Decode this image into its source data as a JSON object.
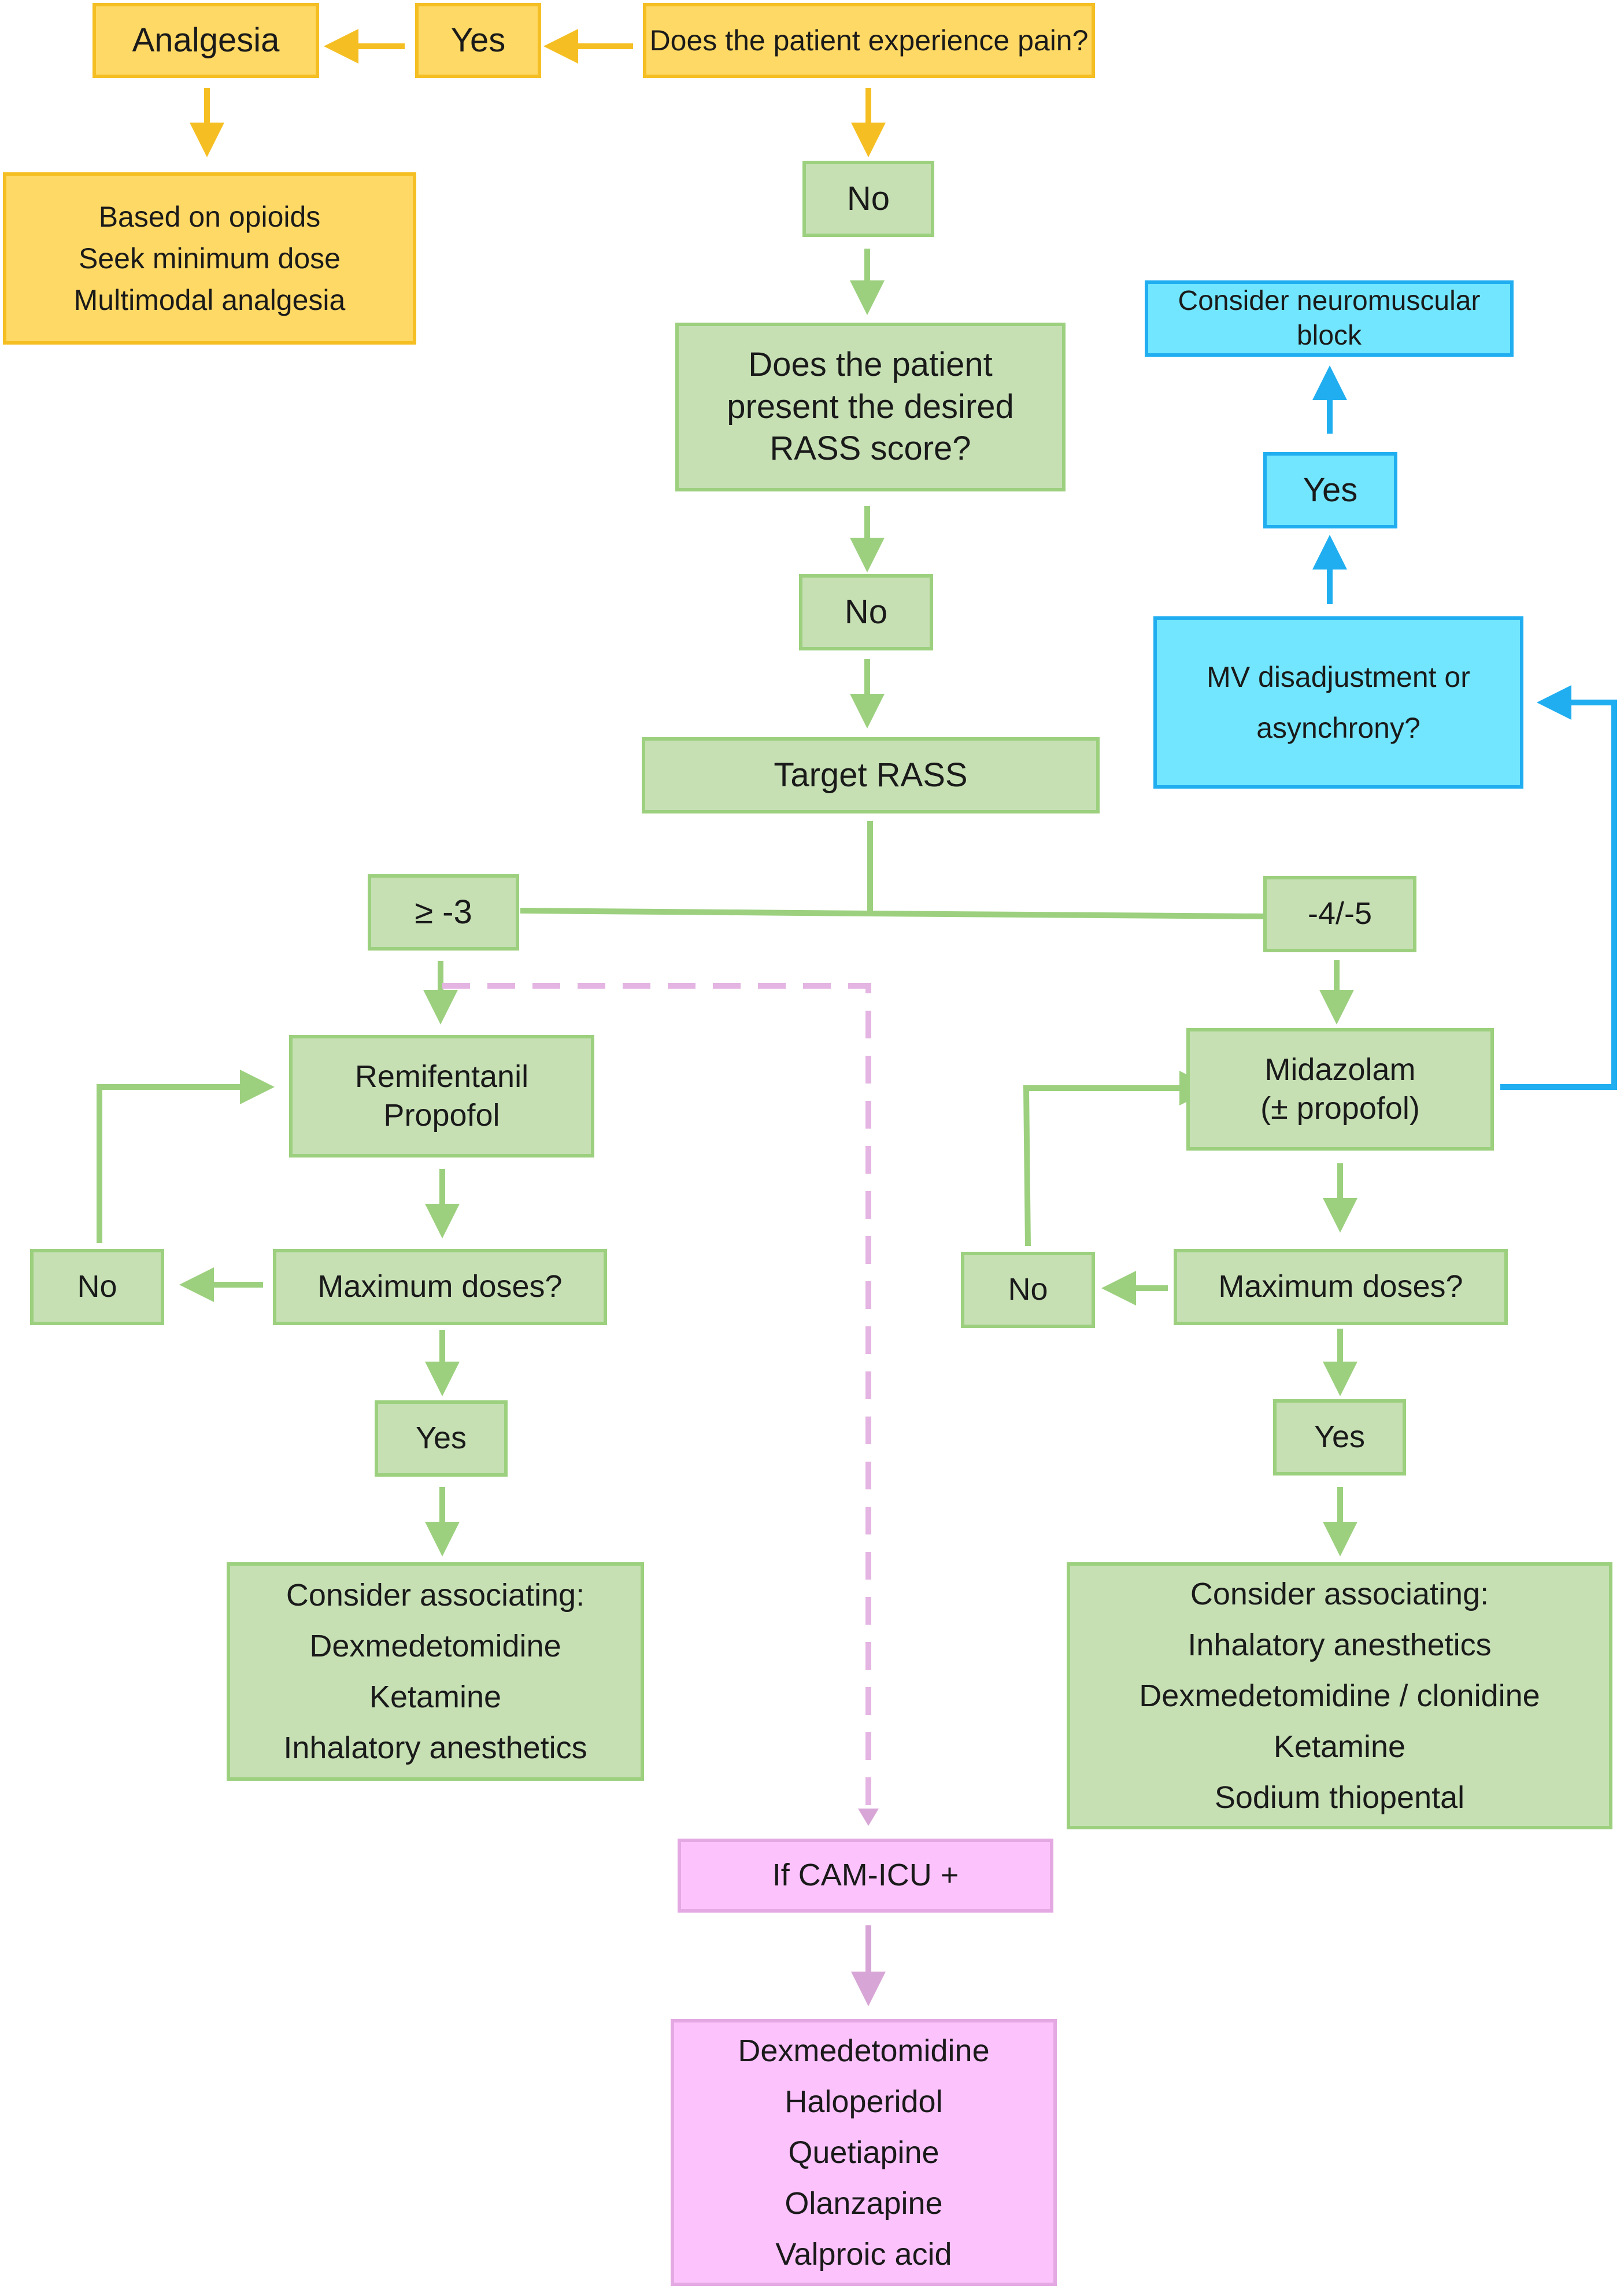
{
  "pain": {
    "question": "Does the patient experience pain?",
    "yes": "Yes",
    "no": "No",
    "analgesia": "Analgesia",
    "analgesia_details": [
      "Based on opioids",
      "Seek minimum dose",
      "Multimodal analgesia"
    ]
  },
  "rass": {
    "question_lines": [
      "Does the patient",
      "present the desired",
      "RASS score?"
    ],
    "no": "No",
    "target": "Target RASS",
    "light_label": "≥ -3",
    "deep_label": "-4/-5"
  },
  "left_branch": {
    "drugs": [
      "Remifentanil",
      "Propofol"
    ],
    "max_doses": "Maximum doses?",
    "no": "No",
    "yes": "Yes",
    "consider_title": "Consider associating:",
    "consider_items": [
      "Dexmedetomidine",
      "Ketamine",
      "Inhalatory anesthetics"
    ]
  },
  "right_branch": {
    "drugs": [
      "Midazolam",
      "(± propofol)"
    ],
    "max_doses": "Maximum doses?",
    "no": "No",
    "yes": "Yes",
    "consider_title": "Consider associating:",
    "consider_items": [
      "Inhalatory anesthetics",
      "Dexmedetomidine / clonidine",
      "Ketamine",
      "Sodium thiopental"
    ]
  },
  "ventilation": {
    "question_lines": [
      "MV disadjustment or",
      "asynchrony?"
    ],
    "yes": "Yes",
    "block_lines": [
      "Consider neuromuscular",
      "block"
    ]
  },
  "delirium": {
    "condition": "If CAM-ICU +",
    "drugs": [
      "Dexmedetomidine",
      "Haloperidol",
      "Quetiapine",
      "Olanzapine",
      "Valproic acid"
    ]
  },
  "colors": {
    "yellow_fill": "#ffd966",
    "yellow_line": "#f5bf24",
    "green_fill": "#c6e0b4",
    "green_line": "#9cd07e",
    "blue_fill": "#72e6fe",
    "blue_line": "#20aef0",
    "pink_fill": "#fcc2fc",
    "pink_line": "#e4a8e2"
  }
}
